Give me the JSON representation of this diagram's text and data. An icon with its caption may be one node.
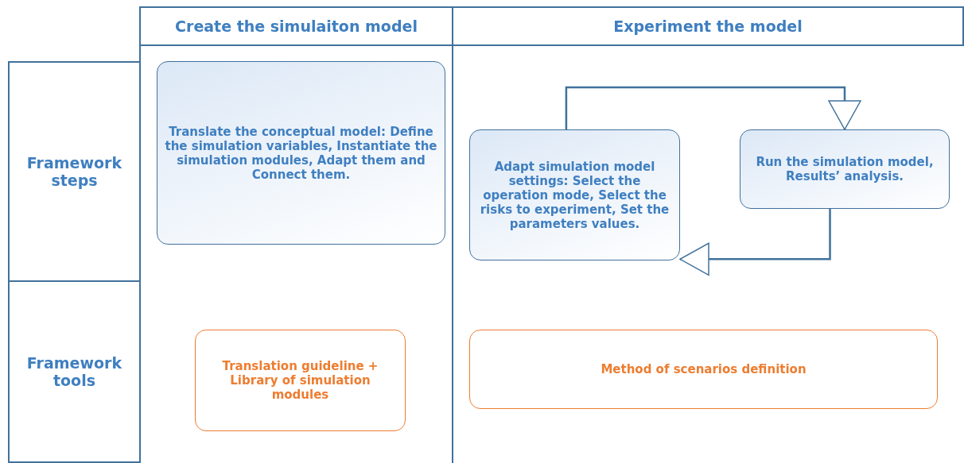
{
  "diagram": {
    "nodes": [
      {
        "text": [
          "Create the simulaiton model"
        ]
      },
      {
        "text": [
          "Experiment the model"
        ]
      },
      {
        "text": [
          "Framework steps"
        ]
      },
      {
        "text": [
          "Framework tools"
        ]
      },
      {
        "text": [
          "Translate the conceptual model: Define the simulation variables, Instantiate the simulation modules, Adapt them and Connect them."
        ]
      },
      {
        "text": [
          "Adapt simulation model settings: Select the operation mode, Select the risks to experiment, Set the parameters values."
        ]
      },
      {
        "text": [
          "Run the simulation model, Results’ analysis."
        ]
      },
      {
        "text": [
          "Translation guideline + Library of simulation modules"
        ]
      },
      {
        "text": [
          "Method of scenarios definition"
        ]
      }
    ],
    "edges": [
      {
        "from": 5,
        "to": 6,
        "arrow": "to"
      },
      {
        "from": 6,
        "to": 5,
        "arrow": "to"
      }
    ]
  }
}
